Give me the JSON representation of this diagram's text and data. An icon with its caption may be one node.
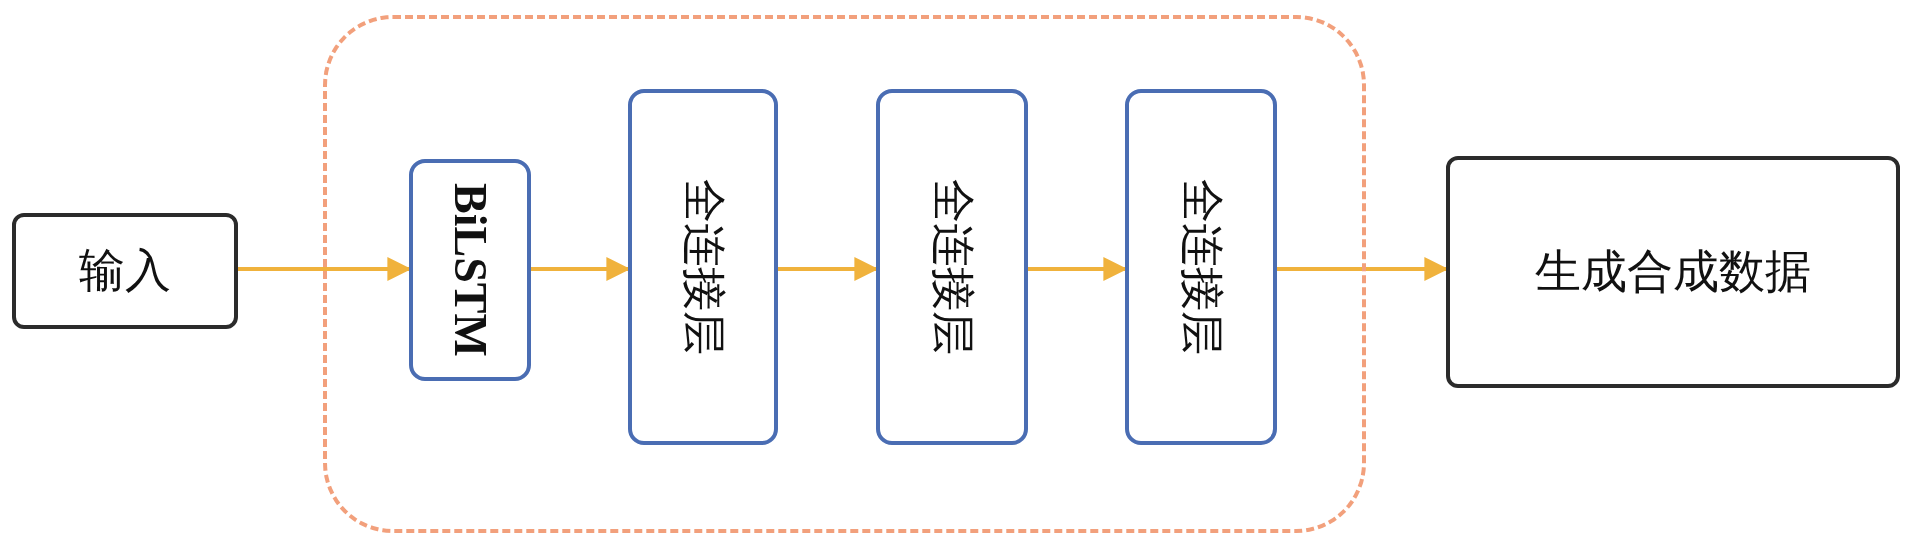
{
  "diagram": {
    "nodes": [
      {
        "text": [
          "输入"
        ]
      },
      {
        "text": [],
        "shape": "box"
      },
      {
        "text": [
          "BiLSTM"
        ],
        "in": 1
      },
      {
        "text": [
          "全连接层"
        ],
        "in": 1
      },
      {
        "text": [
          "全连接层"
        ],
        "in": 1
      },
      {
        "text": [
          "全连接层"
        ],
        "in": 1
      },
      {
        "text": [
          "生成合成数据"
        ]
      }
    ],
    "edges": [
      {
        "from": 0,
        "to": 2,
        "arrow": "to"
      },
      {
        "from": 2,
        "to": 3,
        "arrow": "to"
      },
      {
        "from": 3,
        "to": 4,
        "arrow": "to"
      },
      {
        "from": 4,
        "to": 5,
        "arrow": "to"
      },
      {
        "from": 5,
        "to": 6,
        "arrow": "to"
      }
    ]
  }
}
